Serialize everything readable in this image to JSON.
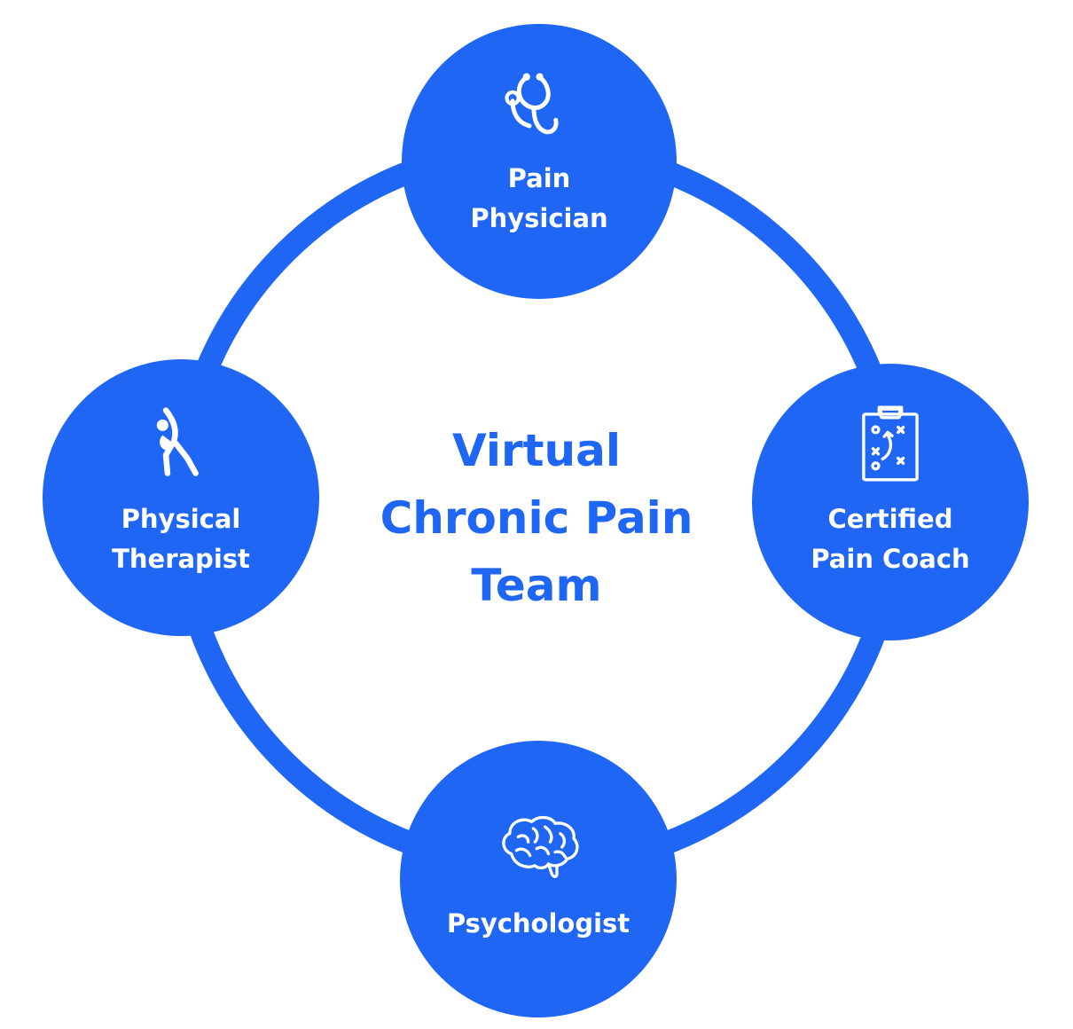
{
  "center": {
    "title_lines": [
      "Virtual",
      "Chronic Pain",
      "Team"
    ]
  },
  "nodes": {
    "top": {
      "label_lines": [
        "Pain",
        "Physician"
      ],
      "icon": "stethoscope-icon"
    },
    "left": {
      "label_lines": [
        "Physical",
        "Therapist"
      ],
      "icon": "stretching-figure-icon"
    },
    "right": {
      "label_lines": [
        "Certified",
        "Pain Coach"
      ],
      "icon": "clipboard-playbook-icon"
    },
    "bottom": {
      "label_lines": [
        "Psychologist"
      ],
      "icon": "brain-icon"
    }
  },
  "colors": {
    "primary_blue": "#1f66f5",
    "label_text": "#ffffff",
    "background": "#ffffff"
  }
}
